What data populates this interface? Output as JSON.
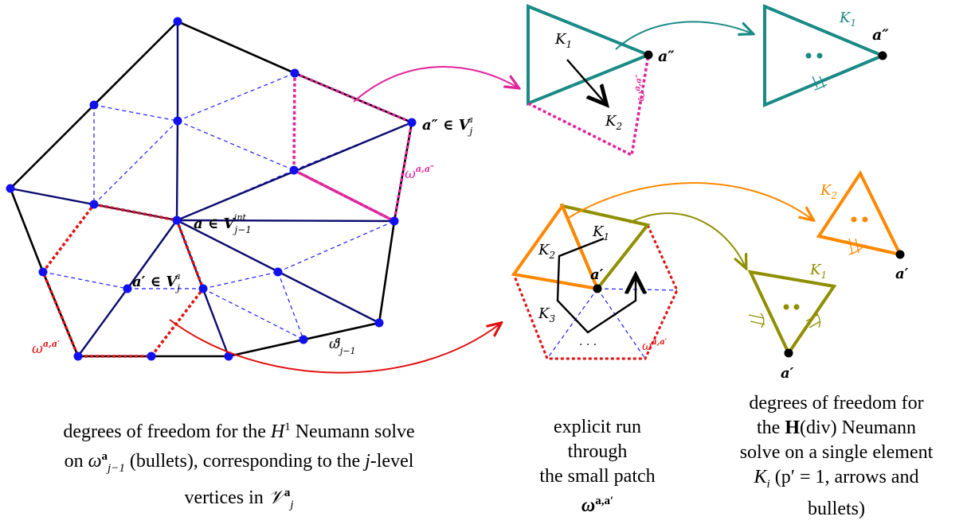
{
  "labels": {
    "a_int": "a ∈ V",
    "a_int_sub": "j−1",
    "a_int_sup": "int",
    "a2_ver": "a″ ∈ V",
    "a2_ver_sub": "j",
    "a2_ver_sup": "a",
    "a1_ver": "a′ ∈ V",
    "a1_ver_sub": "j",
    "a1_ver_sup": "a",
    "omega_aa2": "ω",
    "omega_aa2_sup": "a,a″",
    "omega_aa1": "ω",
    "omega_aa1_sup": "a,a′",
    "omega_j1": "ω",
    "omega_j1_sub": "j−1",
    "omega_j1_sup": "a",
    "K1": "K",
    "K1_sub": "1",
    "K2": "K",
    "K2_sub": "2",
    "K3": "K",
    "K3_sub": "3",
    "a2": "a″",
    "a1": "a′",
    "dots": "· · ·"
  },
  "captions": {
    "left": {
      "line1_pre": "degrees of freedom for the ",
      "line1_math": "H",
      "line1_sup": "1",
      "line1_post": " Neumann solve",
      "line2_pre": "on ",
      "line2_math": "ω",
      "line2_sup": "a",
      "line2_sub": "j−1",
      "line2_mid": " (bullets), corresponding to the ",
      "line2_j": "j",
      "line2_post": "-level",
      "line3_pre": "vertices in ",
      "line3_math": "𝒱",
      "line3_sup": "a",
      "line3_sub": "j"
    },
    "middle": {
      "line1": "explicit run",
      "line2": "through",
      "line3": "the small patch",
      "line4_math": "ω",
      "line4_sup": "a,a′"
    },
    "right": {
      "line1": "degrees of freedom for",
      "line2_pre": "the ",
      "line2_bold": "H",
      "line2_post": "(div) Neumann",
      "line3": "solve on a single element",
      "line4_math": "K",
      "line4_sub": "i",
      "line4_post": " (p′ = 1, arrows and",
      "line5": "bullets)"
    }
  },
  "colors": {
    "mesh_dark": "#000000",
    "mesh_navy": "#0b0b6e",
    "dashed_blue": "#1a1aff",
    "vertex_blue": "#1010f0",
    "magenta": "#e0249a",
    "red": "#e01010",
    "teal": "#1a8a86",
    "orange": "#ff8800",
    "olive": "#8f8f00"
  }
}
